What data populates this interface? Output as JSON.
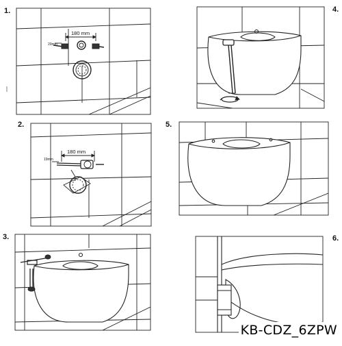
{
  "steps": [
    {
      "number": "1.",
      "dimension": "180 mm",
      "sub_dimension": "20mm"
    },
    {
      "number": "2.",
      "dimension": "180 mm",
      "sub_dimension": "19mm"
    },
    {
      "number": "3."
    },
    {
      "number": "4."
    },
    {
      "number": "5."
    },
    {
      "number": "6."
    }
  ],
  "model_code": "KB-CDZ_6ZPW"
}
